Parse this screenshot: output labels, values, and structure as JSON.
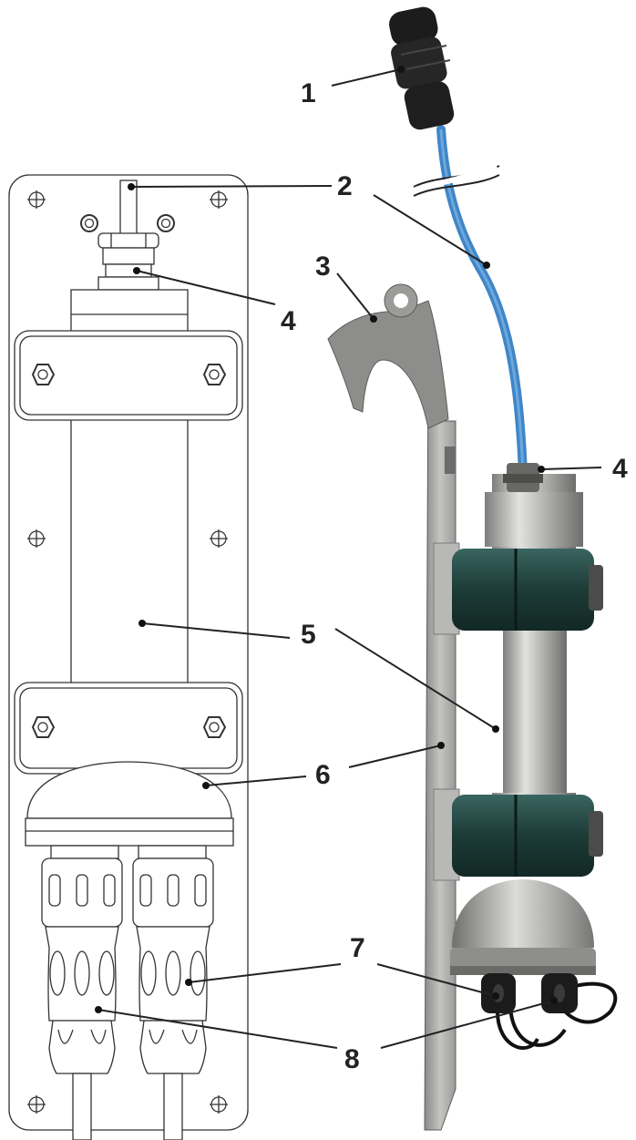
{
  "callouts": [
    {
      "id": "1",
      "label": "1"
    },
    {
      "id": "2",
      "label": "2"
    },
    {
      "id": "3",
      "label": "3"
    },
    {
      "id": "4a",
      "label": "4"
    },
    {
      "id": "4b",
      "label": "4"
    },
    {
      "id": "5",
      "label": "5"
    },
    {
      "id": "6",
      "label": "6"
    },
    {
      "id": "7",
      "label": "7"
    },
    {
      "id": "8",
      "label": "8"
    }
  ],
  "colors": {
    "outline": "#333333",
    "cable": "#3f86c8",
    "steel": "#a8a9a6",
    "clamp": "#244742",
    "connector": "#1b1b1b"
  },
  "icons": [
    "screw-hole-icon",
    "hex-nut-icon"
  ]
}
